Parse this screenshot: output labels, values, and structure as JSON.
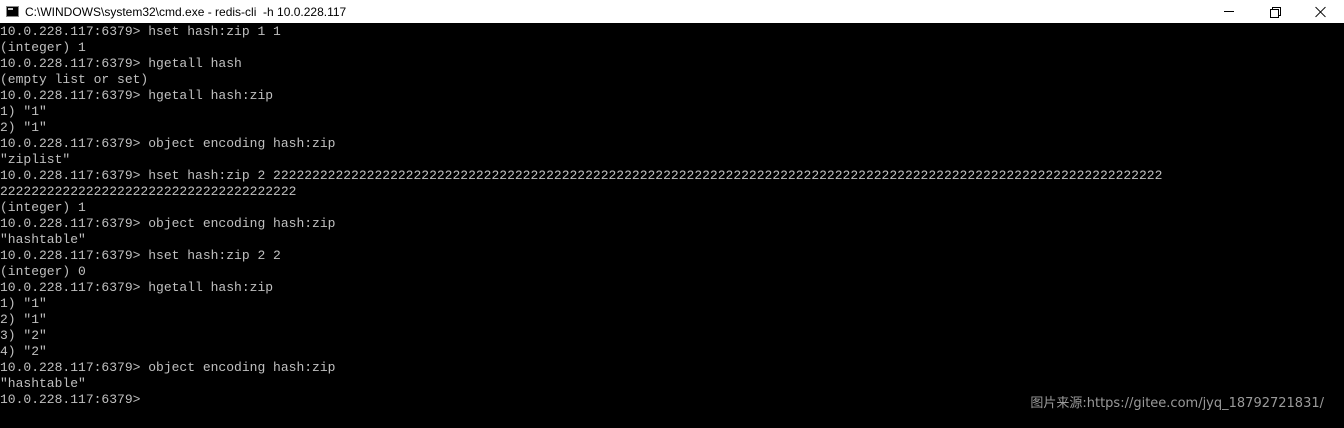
{
  "titlebar": {
    "icon": "cmd-icon",
    "title": "C:\\WINDOWS\\system32\\cmd.exe - redis-cli  -h 10.0.228.117"
  },
  "controls": {
    "minimize_icon": "minimize-icon",
    "restore_icon": "restore-icon",
    "close_icon": "close-icon"
  },
  "console": {
    "lines": [
      "10.0.228.117:6379> hset hash:zip 1 1",
      "(integer) 1",
      "10.0.228.117:6379> hgetall hash",
      "(empty list or set)",
      "10.0.228.117:6379> hgetall hash:zip",
      "1) \"1\"",
      "2) \"1\"",
      "10.0.228.117:6379> object encoding hash:zip",
      "\"ziplist\"",
      "10.0.228.117:6379> hset hash:zip 2 222222222222222222222222222222222222222222222222222222222222222222222222222222222222222222222222222222222222222222",
      "22222222222222222222222222222222222222",
      "(integer) 1",
      "10.0.228.117:6379> object encoding hash:zip",
      "\"hashtable\"",
      "10.0.228.117:6379> hset hash:zip 2 2",
      "(integer) 0",
      "10.0.228.117:6379> hgetall hash:zip",
      "1) \"1\"",
      "2) \"1\"",
      "3) \"2\"",
      "4) \"2\"",
      "10.0.228.117:6379> object encoding hash:zip",
      "\"hashtable\"",
      "10.0.228.117:6379>"
    ]
  },
  "watermark": {
    "text": "图片来源:https://gitee.com/jyq_18792721831/"
  },
  "colors": {
    "console_bg": "#000000",
    "console_text": "#c0c0c0",
    "titlebar_bg": "#ffffff",
    "watermark_text": "#9a9a9a"
  }
}
